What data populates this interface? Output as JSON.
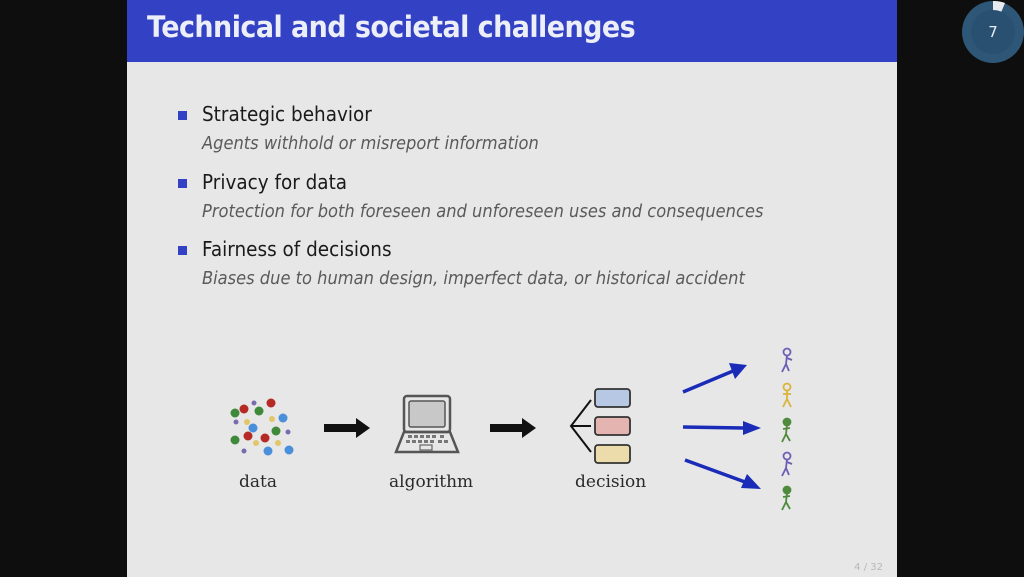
{
  "slide": {
    "title": "Technical and societal challenges",
    "accent_color": "#3341c4",
    "items": [
      {
        "title": "Strategic behavior",
        "subtitle": "Agents withhold or misreport information"
      },
      {
        "title": "Privacy for data",
        "subtitle": "Protection for both foreseen and unforeseen uses and consequences"
      },
      {
        "title": "Fairness of decisions",
        "subtitle": "Biases due to human design, imperfect data, or historical accident"
      }
    ],
    "diagram": {
      "labels": {
        "data": "data",
        "algorithm": "algorithm",
        "decision": "decision"
      },
      "icons": [
        "data-dots-icon",
        "arrow-right-icon",
        "laptop-icon",
        "arrow-right-icon",
        "decision-options-icon",
        "blue-arrow-icon",
        "person-icon"
      ],
      "option_colors": [
        "#b7c8e4",
        "#e3b4b0",
        "#ecdcab"
      ],
      "people_colors": [
        "#6a5fb5",
        "#d9b53c",
        "#4f8b3c",
        "#6a5fb5",
        "#4f8b3c"
      ]
    },
    "page_indicator": "4 / 32"
  },
  "overlay": {
    "progress_number": "7"
  }
}
